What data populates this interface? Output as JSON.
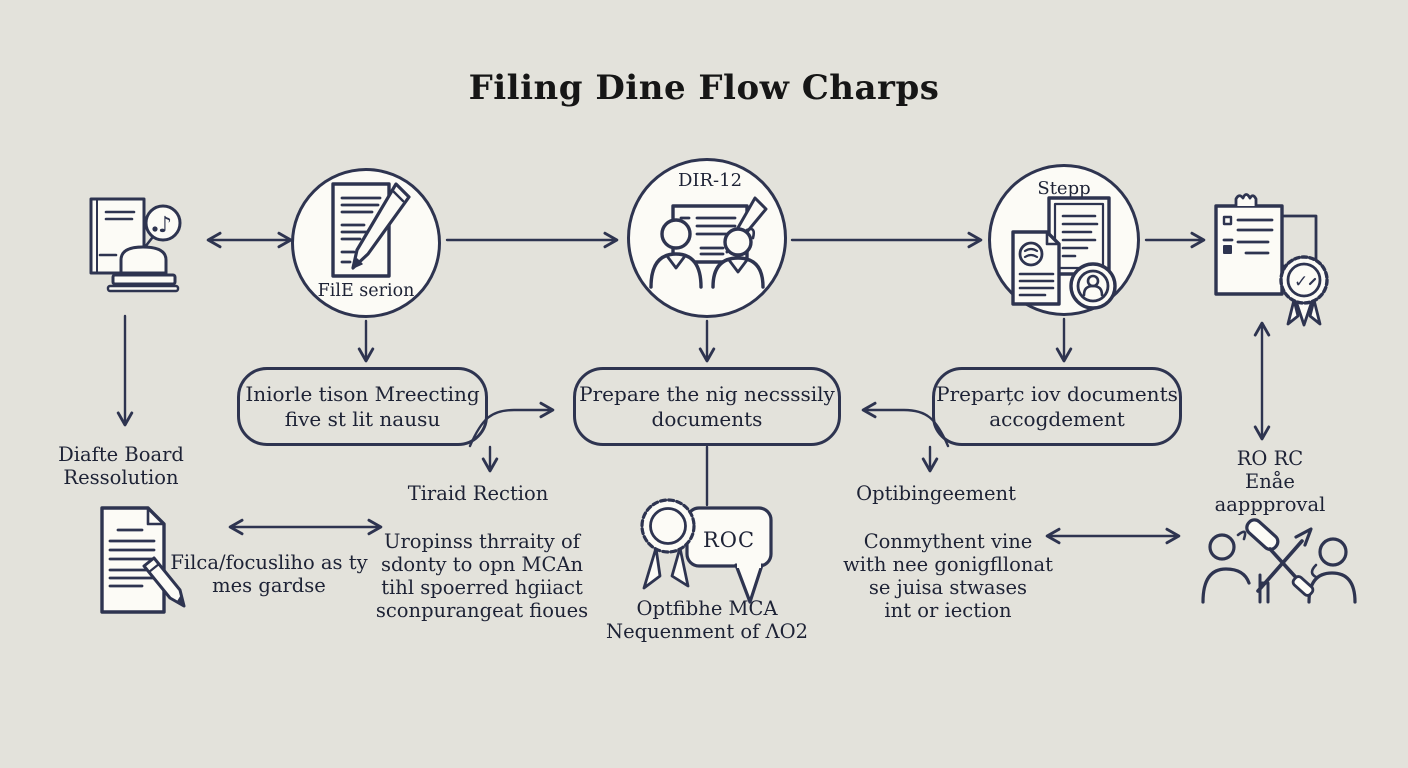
{
  "title": "Filing Dine Flow Charps",
  "colors": {
    "background": "#e3e2db",
    "ink": "#2e3450",
    "paper": "#fcfbf6",
    "text": "#1d2235",
    "title_color": "#161616"
  },
  "flow": {
    "start_icon": "book-note-icon",
    "end_icon": "clipboard-award-icon",
    "circles": [
      {
        "label": "FilE serion",
        "label_position": "bottom",
        "icon": "document-pencil-icon"
      },
      {
        "label": "DIR-12",
        "label_position": "top",
        "icon": "people-signing-icon"
      },
      {
        "label": "Stepp",
        "label_position": "top",
        "icon": "documents-badge-icon"
      }
    ]
  },
  "boxes": [
    {
      "text": "Iniorle tison Mreecting\nfive st lit nausu"
    },
    {
      "text": "Prepare the nig necsssily\ndocuments"
    },
    {
      "text": "Preparțc iov documents\naccogdement"
    }
  ],
  "annotations": {
    "draft_board": "Diafte Board\nRessolution",
    "tiraid": "Tiraid Rection",
    "uropinss": "Uropinss thrraity of\nsdonty to opn MCAn\ntihl spoerred hgiiact\nsconpurangeat fioues",
    "filca": "Filca/focusliho as ty\nmes gardse",
    "roc": "ROC",
    "optfibhe": "Optfibhe MCA\nNequenment of ΛΟ2",
    "optibingeement": "Optibingeement",
    "conmythent": "Conmythent vine\nwith nee gonigfllonat\nse juisa stwases\nint or iection",
    "ro_rc": "RO RC\nEnåe aappproval"
  },
  "other_icons": [
    "document-edit-icon",
    "roc-ribbon-bubble-icon",
    "people-gavel-icon"
  ]
}
